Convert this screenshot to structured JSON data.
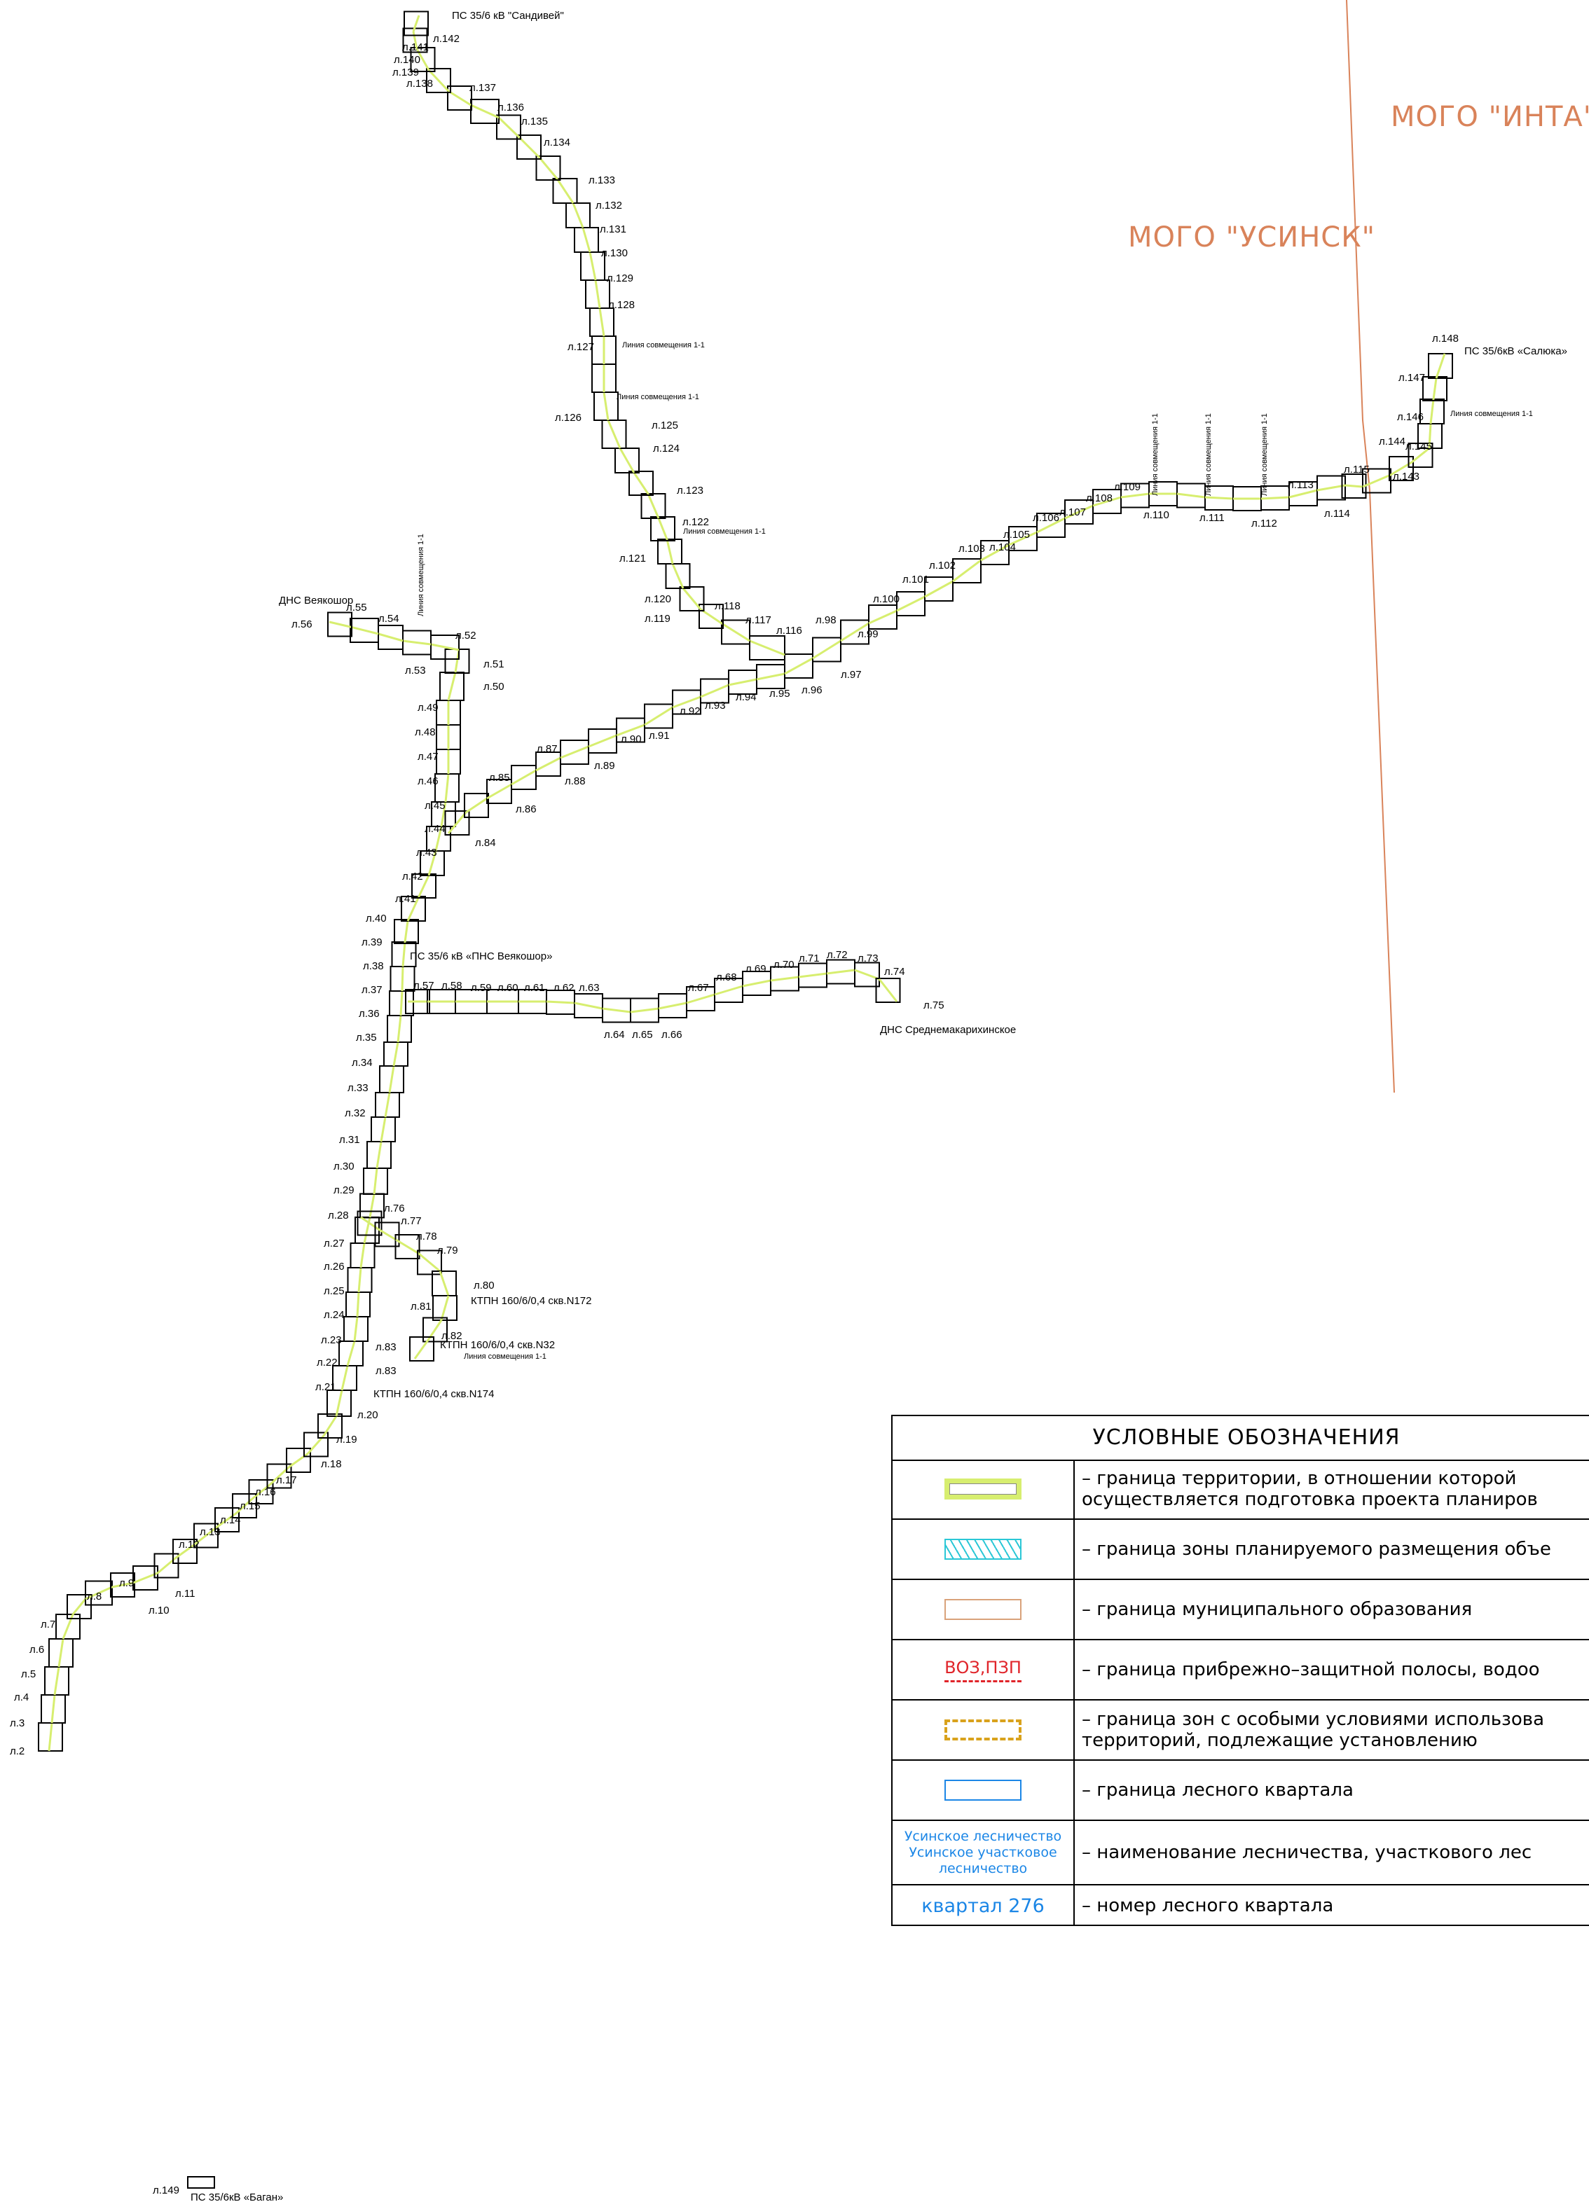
{
  "municipalities": [
    "МОГО \"ИНТА\"",
    "МОГО \"УСИНСК\""
  ],
  "colors": {
    "line_fill": "#d7ee6f",
    "boundary": "#d9835a",
    "outline": "#000000"
  },
  "facilities": {
    "ps_sandivey": "ПС 35/6 кВ \"Сандивей\"",
    "ps_saluka": "ПС 35/6кВ «Салюка»",
    "dns_veyakoshor": "ДНС Веякошор",
    "ps_pns_veyakoshor": "ПС 35/6 кВ «ПНС Веякошор»",
    "dns_srednemakarikhinskoe": "ДНС Среднемакарихинское",
    "ktpn_172": "КТПН 160/6/0,4 скв.N172",
    "ktpn_32": "КТПН 160/6/0,4 скв.N32",
    "ktpn_174": "КТПН 160/6/0,4 скв.N174",
    "ps_bagan": "ПС 35/6кВ «Баган»"
  },
  "combination_label": "Линия совмещения 1-1",
  "supports": [
    "л.2",
    "л.3",
    "л.4",
    "л.5",
    "л.6",
    "л.7",
    "л.8",
    "л.9",
    "л.10",
    "л.11",
    "л.12",
    "л.13",
    "л.14",
    "л.15",
    "л.16",
    "л.17",
    "л.18",
    "л.19",
    "л.20",
    "л.21",
    "л.22",
    "л.23",
    "л.24",
    "л.25",
    "л.26",
    "л.27",
    "л.28",
    "л.29",
    "л.30",
    "л.31",
    "л.32",
    "л.33",
    "л.34",
    "л.35",
    "л.36",
    "л.37",
    "л.38",
    "л.39",
    "л.40",
    "л.41",
    "л.42",
    "л.43",
    "л.44",
    "л.45",
    "л.46",
    "л.47",
    "л.48",
    "л.49",
    "л.50",
    "л.51",
    "л.52",
    "л.53",
    "л.54",
    "л.55",
    "л.56",
    "л.57",
    "л.58",
    "л.59",
    "л.60",
    "л.61",
    "л.62",
    "л.63",
    "л.64",
    "л.65",
    "л.66",
    "л.67",
    "л.68",
    "л.69",
    "л.70",
    "л.71",
    "л.72",
    "л.73",
    "л.74",
    "л.75",
    "л.76",
    "л.77",
    "л.78",
    "л.79",
    "л.80",
    "л.81",
    "л.82",
    "л.83",
    "л.83",
    "л.84",
    "л.85",
    "л.86",
    "л.87",
    "л.88",
    "л.89",
    "л.90",
    "л.91",
    "л.92",
    "л.93",
    "л.94",
    "л.95",
    "л.96",
    "л.97",
    "л.98",
    "л.99",
    "л.100",
    "л.101",
    "л.102",
    "л.103",
    "л.104",
    "л.105",
    "л.106",
    "л.107",
    "л.108",
    "л.109",
    "л.110",
    "л.111",
    "л.112",
    "л.113",
    "л.114",
    "л.115",
    "л.116",
    "л.117",
    "л.118",
    "л.119",
    "л.120",
    "л.121",
    "л.122",
    "л.123",
    "л.124",
    "л.125",
    "л.126",
    "л.127",
    "л.128",
    "л.129",
    "л.130",
    "л.131",
    "л.132",
    "л.133",
    "л.134",
    "л.135",
    "л.136",
    "л.137",
    "л.138",
    "л.139",
    "л.140",
    "л.141",
    "л.142",
    "л.143",
    "л.144",
    "л.145",
    "л.146",
    "л.147",
    "л.148",
    "л.149"
  ],
  "legend": {
    "title": "УСЛОВНЫЕ ОБОЗНАЧЕНИЯ",
    "rows": [
      {
        "text": "– граница территории, в отношении которой\nосуществляется подготовка проекта планиров"
      },
      {
        "text": "– граница зоны планируемого размещения объе"
      },
      {
        "text": "– граница муниципального образования"
      },
      {
        "symbol": "ВОЗ,ПЗП",
        "text": "– граница прибрежно–защитной полосы, водоо"
      },
      {
        "text": "– граница зон с особыми условиями использова\nтерриторий, подлежащие установлению"
      },
      {
        "text": "– граница лесного квартала"
      },
      {
        "symbol_lines": [
          "Усинское лесничество",
          "Усинское участковое",
          "лесничество"
        ],
        "text": "– наименование лесничества, участкового лес"
      },
      {
        "symbol": "квартал 276",
        "text": "– номер лесного квартала"
      }
    ]
  }
}
